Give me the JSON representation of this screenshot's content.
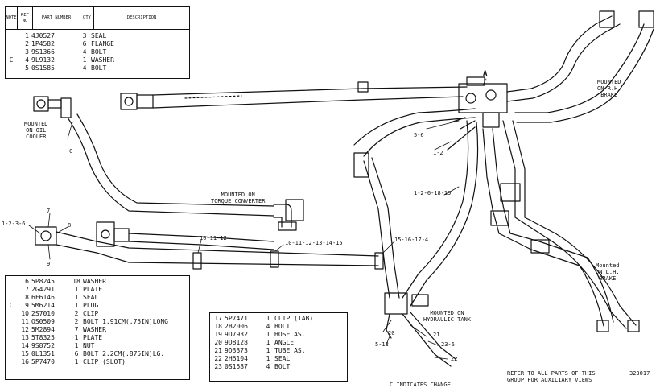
{
  "top_table": {
    "headers": [
      "NOTE",
      "REF NO",
      "PART NUMBER",
      "QTY",
      "DESCRIPTION"
    ],
    "rows": [
      {
        "note": "",
        "ref": "1",
        "part": "4J0527",
        "qty": "3",
        "desc": "SEAL"
      },
      {
        "note": "",
        "ref": "2",
        "part": "1P4582",
        "qty": "6",
        "desc": "FLANGE"
      },
      {
        "note": "",
        "ref": "3",
        "part": "9S1366",
        "qty": "4",
        "desc": "BOLT"
      },
      {
        "note": "C",
        "ref": "4",
        "part": "9L9132",
        "qty": "1",
        "desc": "WASHER"
      },
      {
        "note": "",
        "ref": "5",
        "part": "0S1585",
        "qty": "4",
        "desc": "BOLT"
      }
    ]
  },
  "left_table": {
    "rows": [
      {
        "note": "",
        "ref": "6",
        "part": "5P8245",
        "qty": "18",
        "desc": "WASHER"
      },
      {
        "note": "",
        "ref": "7",
        "part": "2G4291",
        "qty": "1",
        "desc": "PLATE"
      },
      {
        "note": "",
        "ref": "8",
        "part": "6F6146",
        "qty": "1",
        "desc": "SEAL"
      },
      {
        "note": "C",
        "ref": "9",
        "part": "5M6214",
        "qty": "1",
        "desc": "PLUG"
      },
      {
        "note": "",
        "ref": "10",
        "part": "2S7010",
        "qty": "2",
        "desc": "CLIP"
      },
      {
        "note": "",
        "ref": "11",
        "part": "OS0509",
        "qty": "2",
        "desc": "BOLT 1.91CM(.75IN)LONG"
      },
      {
        "note": "",
        "ref": "12",
        "part": "5M2894",
        "qty": "7",
        "desc": "WASHER"
      },
      {
        "note": "",
        "ref": "13",
        "part": "5T8325",
        "qty": "1",
        "desc": "PLATE"
      },
      {
        "note": "",
        "ref": "14",
        "part": "9S8752",
        "qty": "1",
        "desc": "NUT"
      },
      {
        "note": "",
        "ref": "15",
        "part": "0L1351",
        "qty": "6",
        "desc": "BOLT 2.2CM(.875IN)LG."
      },
      {
        "note": "",
        "ref": "16",
        "part": "5P7470",
        "qty": "1",
        "desc": "CLIP (SLOT)"
      }
    ]
  },
  "right_table": {
    "rows": [
      {
        "ref": "17",
        "part": "5P7471",
        "qty": "1",
        "desc": "CLIP (TAB)"
      },
      {
        "ref": "18",
        "part": "2B2006",
        "qty": "4",
        "desc": "BOLT"
      },
      {
        "ref": "19",
        "part": "9D7932",
        "qty": "1",
        "desc": "HOSE AS."
      },
      {
        "ref": "20",
        "part": "9D8128",
        "qty": "1",
        "desc": "ANGLE"
      },
      {
        "ref": "21",
        "part": "9D3373",
        "qty": "1",
        "desc": "TUBE AS."
      },
      {
        "ref": "22",
        "part": "2H6104",
        "qty": "1",
        "desc": "SEAL"
      },
      {
        "ref": "23",
        "part": "0S1587",
        "qty": "4",
        "desc": "BOLT"
      }
    ]
  },
  "labels": {
    "oil_cooler": "MOUNTED\nON OIL\nCOOLER",
    "oil_cooler_c": "C",
    "torque_converter": "MOUNTED ON\nTORQUE CONVERTER",
    "rh_brake": "MOUNTED\nON R.H.\nBRAKE",
    "lh_brake": "Mounted\nON L.H.\nBRAKE",
    "hydraulic_tank": "MOUNTED ON\nHYDRAULIC TANK",
    "point_a": "A",
    "callout_1_3_6": "1-2-3-6",
    "callout_7": "7",
    "callout_8": "8",
    "callout_9": "9",
    "callout_10_11_12": "10-11-12",
    "callout_10_15": "10-11-12-13-14-15",
    "callout_15_4": "15-16-17-4",
    "callout_5_6": "5-6",
    "callout_1_2": "1-2",
    "callout_1_19": "1-2-6-18-19",
    "callout_20": "20",
    "callout_21": "21",
    "callout_23_6": "23-6",
    "callout_22": "22",
    "callout_5_12": "5-12"
  },
  "footer": {
    "change_note": "C   INDICATES CHANGE",
    "refer_note": "REFER TO ALL PARTS OF THIS\nGROUP FOR AUXILIARY VIEWS",
    "drawing_number": "323017"
  }
}
